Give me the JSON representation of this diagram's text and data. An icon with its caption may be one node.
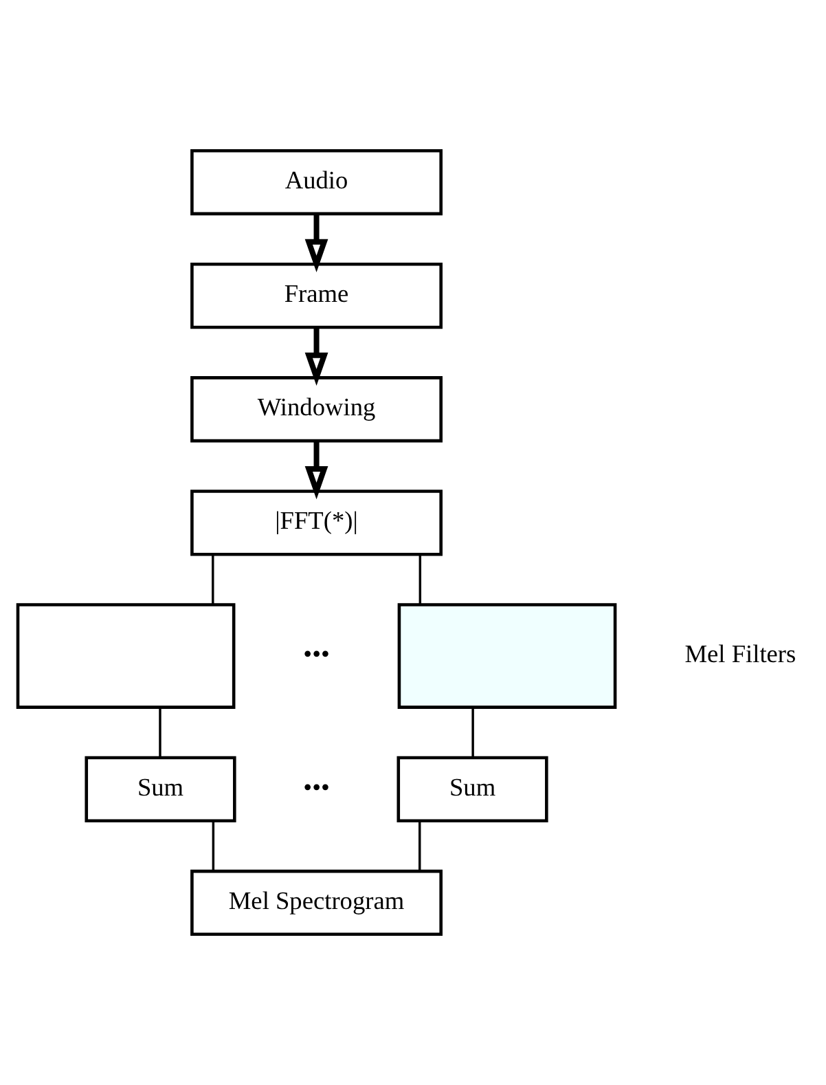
{
  "diagram": {
    "nodes": [
      {
        "text": [
          "Audio"
        ]
      },
      {
        "text": [
          "Frame"
        ]
      },
      {
        "text": [
          "Windowing"
        ]
      },
      {
        "text": [
          "|FFT(*)|"
        ]
      },
      {
        "text": [],
        "shape": "box"
      },
      {
        "text": [],
        "shape": "box"
      },
      {
        "text": [
          "Sum"
        ]
      },
      {
        "text": [
          "Sum"
        ]
      },
      {
        "text": [
          "Mel Spectrogram"
        ]
      }
    ],
    "edges": [
      {
        "from": 0,
        "to": 1,
        "arrow": "to",
        "style": "thick"
      },
      {
        "from": 1,
        "to": 2,
        "arrow": "to",
        "style": "thick"
      },
      {
        "from": 2,
        "to": 3,
        "arrow": "to",
        "style": "thick"
      },
      {
        "from": 3,
        "to": 4,
        "arrow": "none"
      },
      {
        "from": 3,
        "to": 5,
        "arrow": "none"
      },
      {
        "from": 4,
        "to": 6,
        "arrow": "none"
      },
      {
        "from": 5,
        "to": 7,
        "arrow": "none"
      },
      {
        "from": 6,
        "to": 8,
        "arrow": "none"
      },
      {
        "from": 7,
        "to": 8,
        "arrow": "none"
      }
    ],
    "labels": [
      "•••",
      "Mel Filters",
      "•••"
    ]
  }
}
